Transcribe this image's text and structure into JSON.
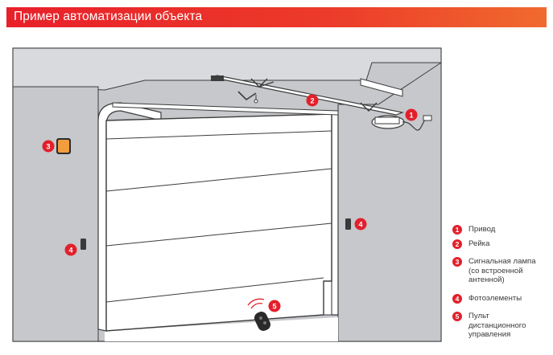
{
  "header": {
    "title": "Пример автоматизации объекта"
  },
  "markers": {
    "m1": "1",
    "m2": "2",
    "m3": "3",
    "m4a": "4",
    "m4b": "4",
    "m5": "5"
  },
  "legend": {
    "items": [
      {
        "num": "1",
        "label": "Привод"
      },
      {
        "num": "2",
        "label": "Рейка"
      },
      {
        "num": "3",
        "label": "Сигнальная лампа\n(со встроенной\nантенной)"
      },
      {
        "num": "4",
        "label": "Фотоэлементы"
      },
      {
        "num": "5",
        "label": "Пульт\nдистанционного\nуправления"
      }
    ]
  },
  "colors": {
    "accent": "#e2202b",
    "wall": "#c6c8cb",
    "wall_top": "#dcdde0",
    "door": "#ffffff",
    "line": "#3c3c3c"
  }
}
